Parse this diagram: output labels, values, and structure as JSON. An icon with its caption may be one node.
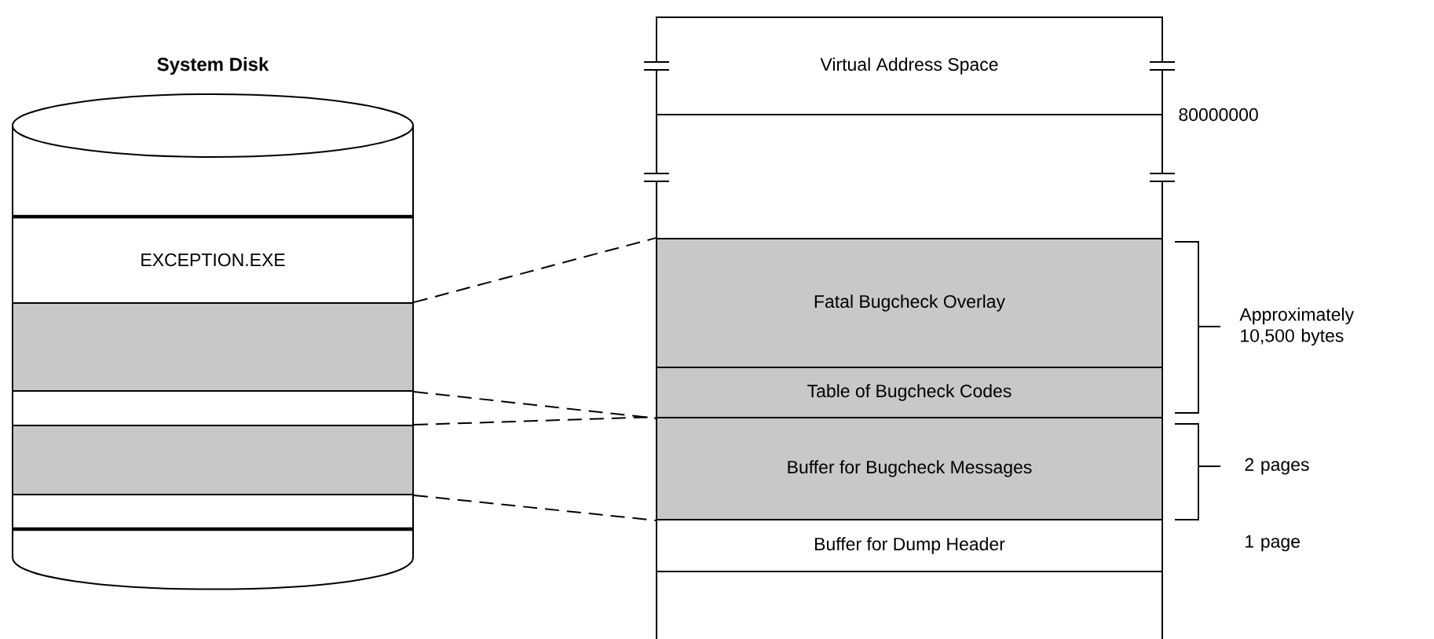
{
  "diagram": {
    "nodes": [
      {
        "text": [
          "System Disk"
        ]
      },
      {
        "text": [
          "EXCEPTION.EXE"
        ],
        "in": 0
      },
      {
        "text": [],
        "shape": "box",
        "in": 0
      },
      {
        "text": [],
        "shape": "box",
        "in": 0
      },
      {
        "text": [
          "Virtual Address Space"
        ]
      },
      {
        "text": [
          "Fatal Bugcheck Overlay"
        ]
      },
      {
        "text": [
          "Table of Bugcheck Codes"
        ]
      },
      {
        "text": [
          "Buffer for Bugcheck Messages"
        ]
      },
      {
        "text": [
          "Buffer for Dump Header"
        ]
      }
    ],
    "edges": [
      {
        "from": 2,
        "to": 5,
        "arrow": "none",
        "style": "dashed"
      },
      {
        "from": 2,
        "to": 6,
        "arrow": "none",
        "style": "dashed"
      },
      {
        "from": 3,
        "to": 7,
        "arrow": "none",
        "style": "dashed"
      },
      {
        "from": 3,
        "to": 7,
        "arrow": "none",
        "style": "dashed"
      }
    ],
    "labels": [
      "80000000",
      "Approximately 10,500 bytes",
      "2 pages",
      "1 page"
    ]
  }
}
